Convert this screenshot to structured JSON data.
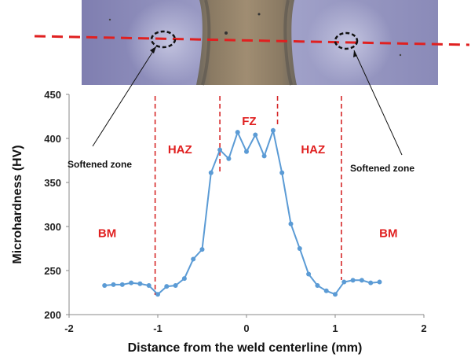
{
  "chart_data": {
    "type": "line",
    "xlabel": "Distance from the weld centerline (mm)",
    "ylabel": "Microhardness (HV)",
    "xlim": [
      -2,
      2
    ],
    "ylim": [
      200,
      450
    ],
    "x_ticks": [
      "-2",
      "-1",
      "0",
      "1",
      "2"
    ],
    "y_ticks": [
      "200",
      "250",
      "300",
      "350",
      "400",
      "450"
    ],
    "grid": false,
    "series": [
      {
        "x": [
          -1.6,
          -1.5,
          -1.4,
          -1.3,
          -1.2,
          -1.1,
          -1.0,
          -0.9,
          -0.8,
          -0.7,
          -0.6,
          -0.5,
          -0.4,
          -0.3,
          -0.2,
          -0.1,
          0.0,
          0.1,
          0.2,
          0.3,
          0.4,
          0.5,
          0.6,
          0.7,
          0.8,
          0.9,
          1.0,
          1.1,
          1.2,
          1.3,
          1.4,
          1.5
        ],
        "values": [
          233,
          234,
          234,
          236,
          235,
          233,
          223,
          232,
          233,
          241,
          263,
          274,
          361,
          387,
          377,
          407,
          385,
          404,
          380,
          409,
          361,
          303,
          275,
          246,
          233,
          227,
          223,
          237,
          239,
          239,
          236,
          237
        ],
        "color": "#5b9bd5"
      }
    ],
    "region_boundaries": [
      -1.03,
      -0.3,
      0.35,
      1.07
    ],
    "region_labels": [
      {
        "text": "BM",
        "x": -1.57,
        "y": 288
      },
      {
        "text": "HAZ",
        "x": -0.75,
        "y": 383
      },
      {
        "text": "FZ",
        "x": 0.03,
        "y": 415
      },
      {
        "text": "HAZ",
        "x": 0.75,
        "y": 383
      },
      {
        "text": "BM",
        "x": 1.6,
        "y": 288
      }
    ],
    "annotations": [
      {
        "text": "Softened zone",
        "target_side": "left"
      },
      {
        "text": "Softened zone",
        "target_side": "right"
      }
    ],
    "colors": {
      "series": "#5b9bd5",
      "region_line": "#d62728",
      "region_text": "#e01f1f",
      "section_line": "#e02020"
    }
  }
}
